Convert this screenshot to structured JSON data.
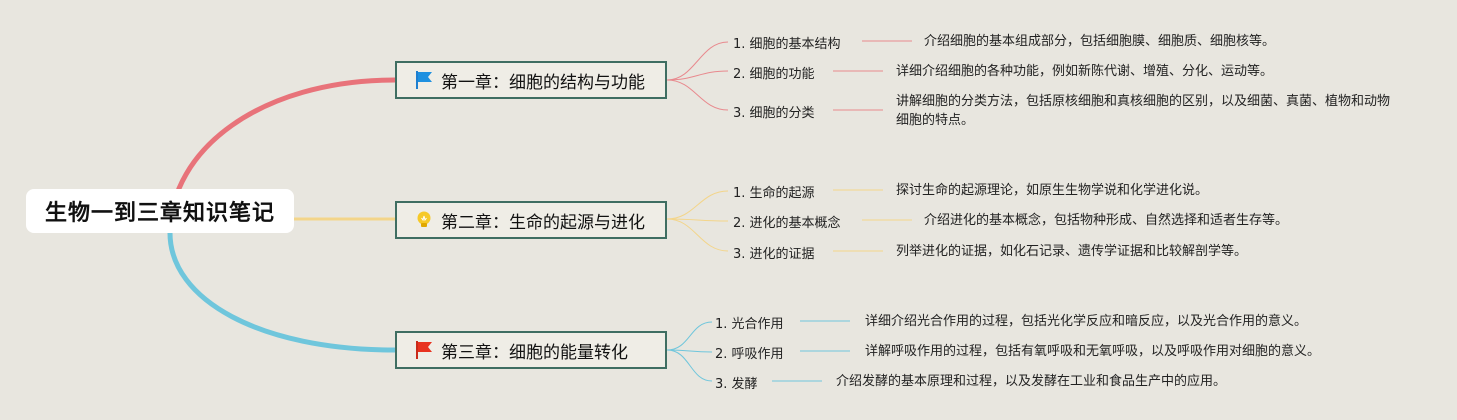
{
  "title": "生物一到三章知识笔记",
  "colors": {
    "ch1": "#e8737a",
    "ch2": "#f3d58a",
    "ch3": "#6fc6dc",
    "border": "#3f6e62"
  },
  "chapters": [
    {
      "title": "第一章：细胞的结构与功能",
      "icon": "blue-flag-icon",
      "items": [
        {
          "label": "1. 细胞的基本结构",
          "desc": "介绍细胞的基本组成部分，包括细胞膜、细胞质、细胞核等。"
        },
        {
          "label": "2. 细胞的功能",
          "desc": "详细介绍细胞的各种功能，例如新陈代谢、增殖、分化、运动等。"
        },
        {
          "label": "3. 细胞的分类",
          "desc": "讲解细胞的分类方法，包括原核细胞和真核细胞的区别，以及细菌、真菌、植物和动物细胞的特点。"
        }
      ]
    },
    {
      "title": "第二章：生命的起源与进化",
      "icon": "lightbulb-icon",
      "items": [
        {
          "label": "1. 生命的起源",
          "desc": "探讨生命的起源理论，如原生生物学说和化学进化说。"
        },
        {
          "label": "2. 进化的基本概念",
          "desc": "介绍进化的基本概念，包括物种形成、自然选择和适者生存等。"
        },
        {
          "label": "3. 进化的证据",
          "desc": "列举进化的证据，如化石记录、遗传学证据和比较解剖学等。"
        }
      ]
    },
    {
      "title": "第三章：细胞的能量转化",
      "icon": "red-flag-icon",
      "items": [
        {
          "label": "1. 光合作用",
          "desc": "详细介绍光合作用的过程，包括光化学反应和暗反应，以及光合作用的意义。"
        },
        {
          "label": "2. 呼吸作用",
          "desc": "详解呼吸作用的过程，包括有氧呼吸和无氧呼吸，以及呼吸作用对细胞的意义。"
        },
        {
          "label": "3. 发酵",
          "desc": "介绍发酵的基本原理和过程，以及发酵在工业和食品生产中的应用。"
        }
      ]
    }
  ]
}
